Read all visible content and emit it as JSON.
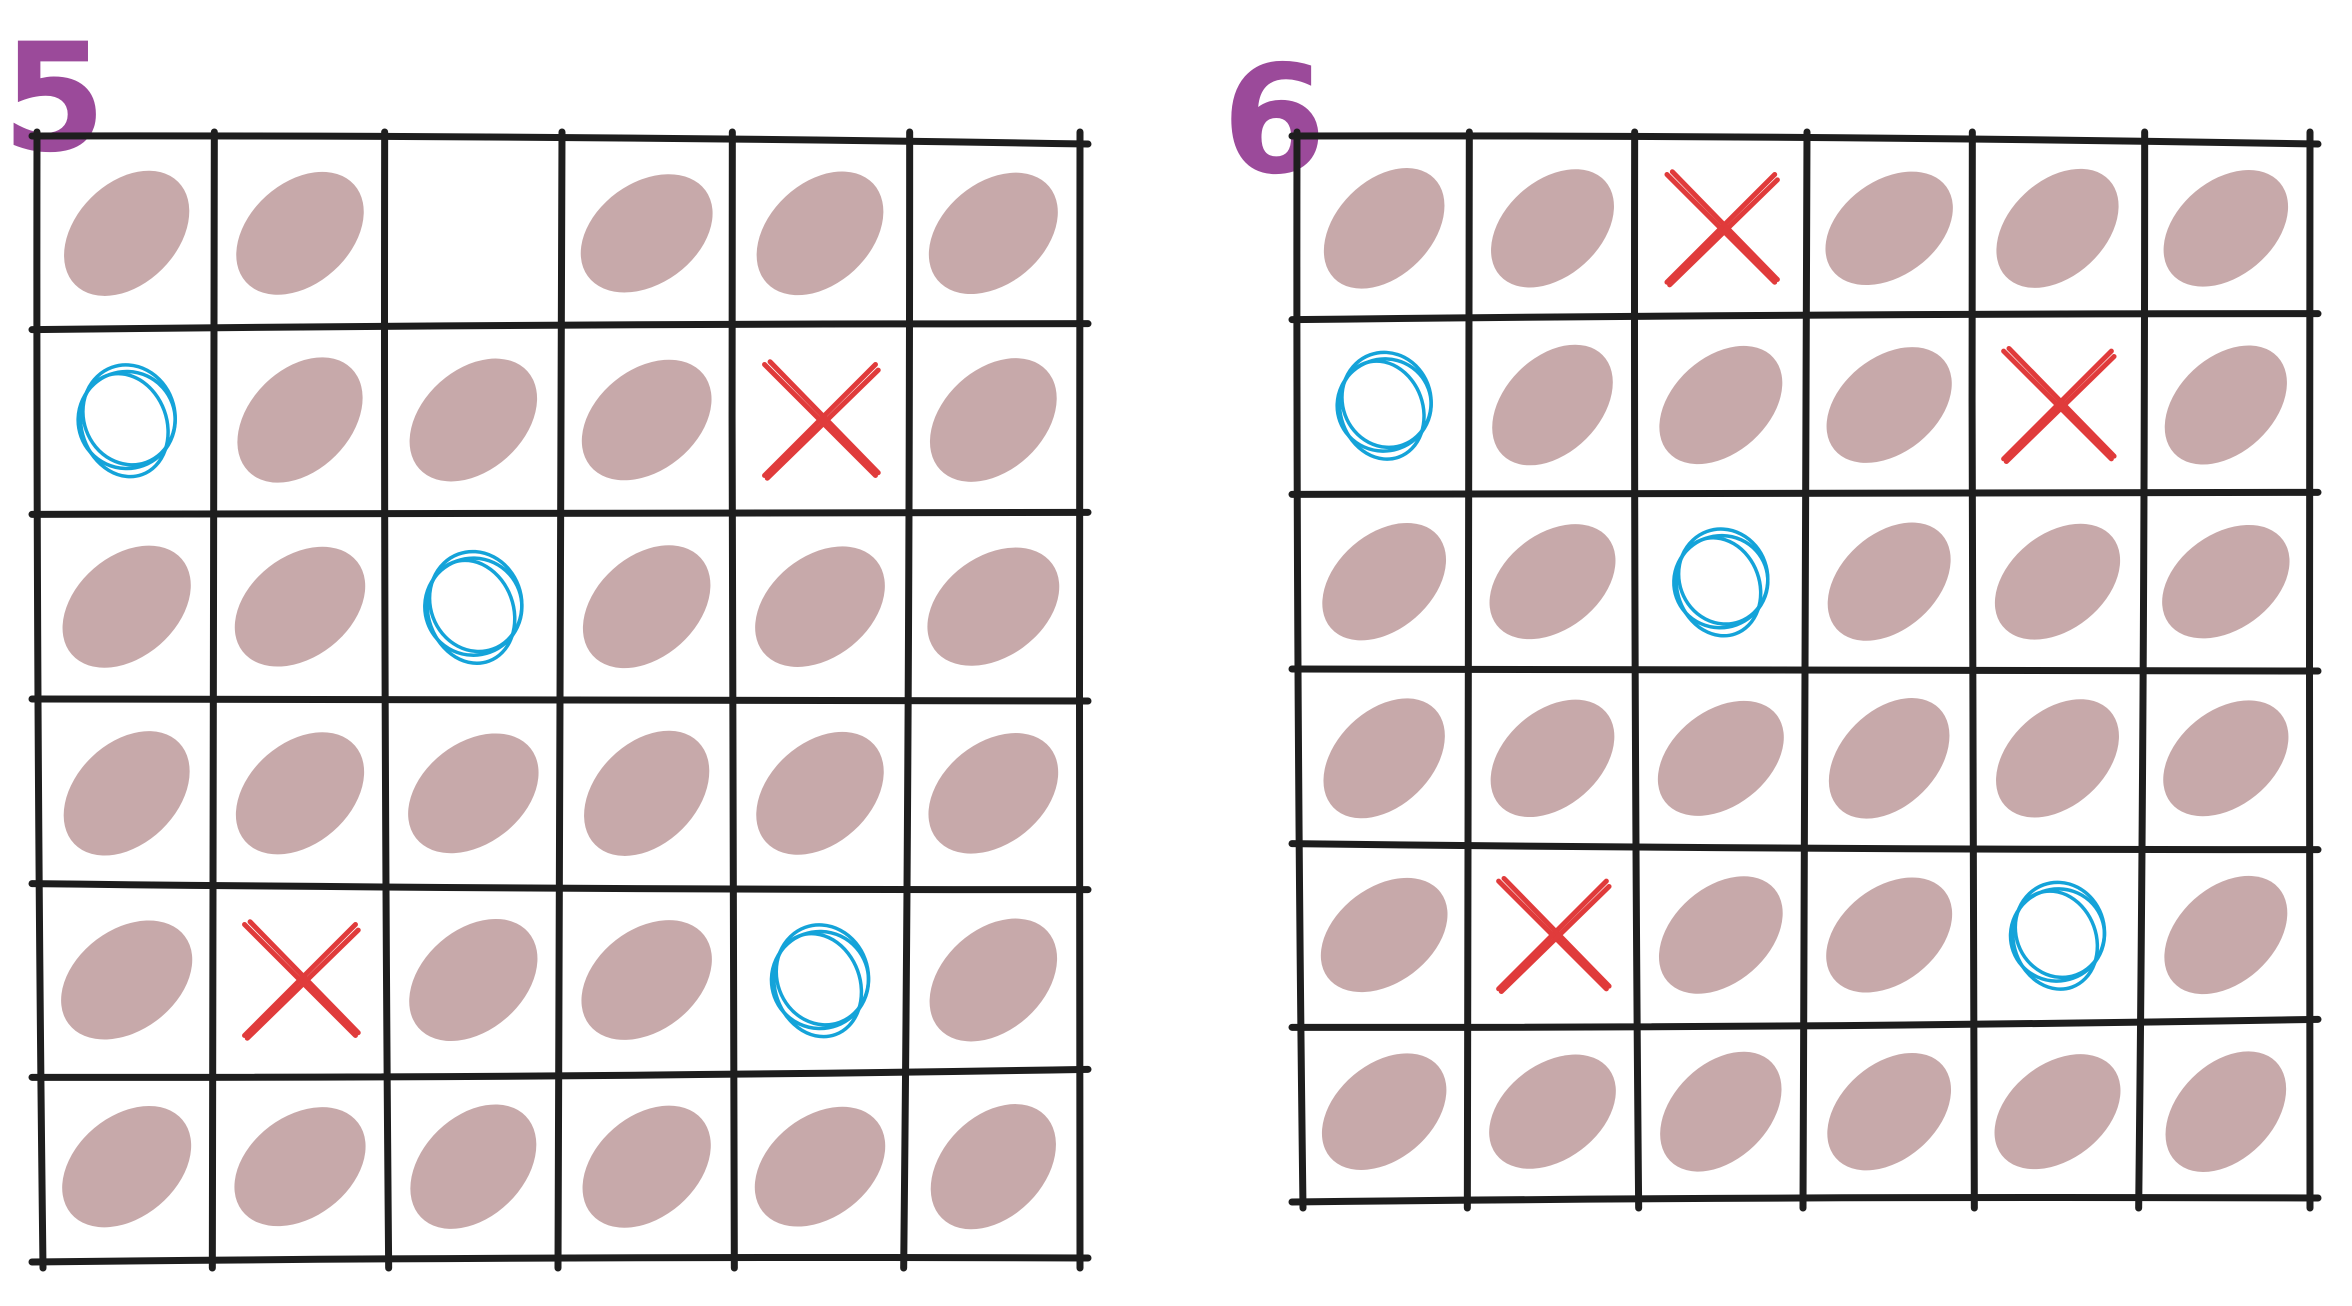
{
  "colors": {
    "grid": "#1e1e1e",
    "blob": "#c7a9aa",
    "x_mark": "#e03b3b",
    "o_mark": "#14a3d9",
    "number": "#9b4a9a"
  },
  "boards": [
    {
      "number": "5",
      "rows": 6,
      "cols": 6,
      "cells": [
        [
          "filled",
          "filled",
          "empty",
          "filled",
          "filled",
          "filled"
        ],
        [
          "o",
          "filled",
          "filled",
          "filled",
          "x",
          "filled"
        ],
        [
          "filled",
          "filled",
          "o",
          "filled",
          "filled",
          "filled"
        ],
        [
          "filled",
          "filled",
          "filled",
          "filled",
          "filled",
          "filled"
        ],
        [
          "filled",
          "x",
          "filled",
          "filled",
          "o",
          "filled"
        ],
        [
          "filled",
          "filled",
          "filled",
          "filled",
          "filled",
          "filled"
        ]
      ]
    },
    {
      "number": "6",
      "rows": 6,
      "cols": 6,
      "cells": [
        [
          "filled",
          "filled",
          "x",
          "filled",
          "filled",
          "filled"
        ],
        [
          "o",
          "filled",
          "filled",
          "filled",
          "x",
          "filled"
        ],
        [
          "filled",
          "filled",
          "o",
          "filled",
          "filled",
          "filled"
        ],
        [
          "filled",
          "filled",
          "filled",
          "filled",
          "filled",
          "filled"
        ],
        [
          "filled",
          "x",
          "filled",
          "filled",
          "o",
          "filled"
        ],
        [
          "filled",
          "filled",
          "filled",
          "filled",
          "filled",
          "filled"
        ]
      ]
    }
  ]
}
